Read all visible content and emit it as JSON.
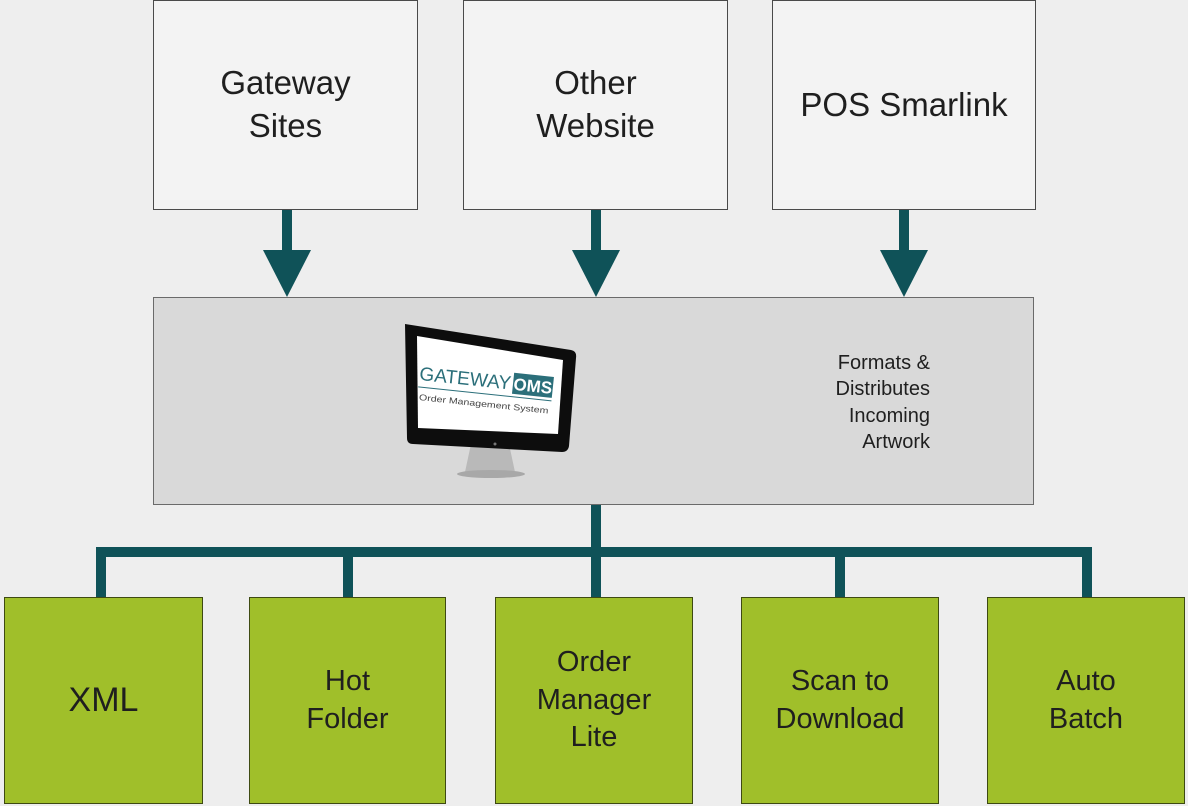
{
  "sources": [
    {
      "id": "gateway-sites",
      "label": "Gateway\nSites"
    },
    {
      "id": "other-website",
      "label": "Other\nWebsite"
    },
    {
      "id": "pos-smarlink",
      "label": "POS Smarlink"
    }
  ],
  "hub": {
    "logo_gateway": "GATEWAY",
    "logo_oms": "OMS",
    "logo_subtitle": "Order Management System",
    "caption": "Formats &\nDistributes\nIncoming\nArtwork"
  },
  "targets": [
    {
      "id": "xml",
      "label": "XML"
    },
    {
      "id": "hot-folder",
      "label": "Hot\nFolder"
    },
    {
      "id": "order-manager-lite",
      "label": "Order\nManager\nLite"
    },
    {
      "id": "scan-to-download",
      "label": "Scan to\nDownload"
    },
    {
      "id": "auto-batch",
      "label": "Auto\nBatch"
    }
  ],
  "colors": {
    "connector": "#0f5258",
    "target_fill": "#a0bf2a",
    "source_fill": "#f3f3f3",
    "hub_fill": "#d9d9d9",
    "logo_accent": "#2b6f7a"
  }
}
